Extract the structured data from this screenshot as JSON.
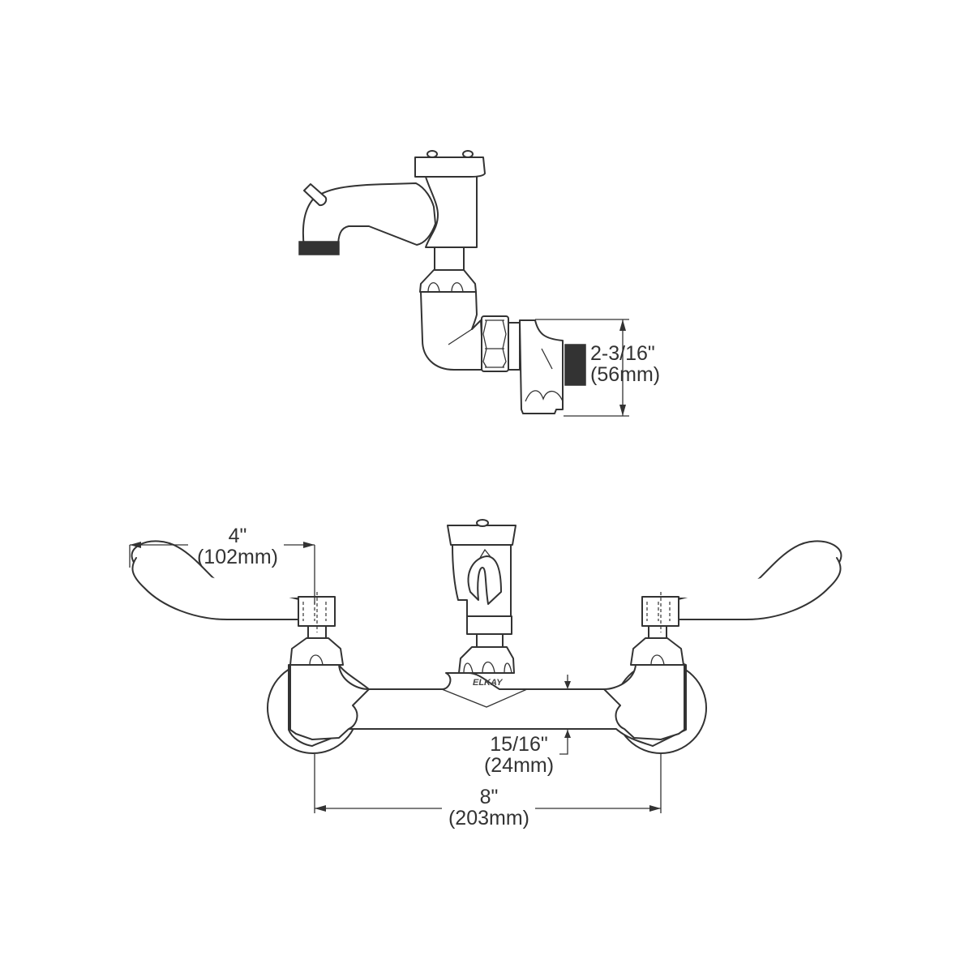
{
  "diagram": {
    "type": "technical-drawing",
    "subject": "Wall-mount service faucet",
    "brand_mark": "ELKAY",
    "line_color": "#333333",
    "background": "#ffffff",
    "views": [
      {
        "name": "side-view",
        "position": "top"
      },
      {
        "name": "front-view",
        "position": "bottom"
      }
    ]
  },
  "dimensions": {
    "wall_projection": {
      "imperial": "2-3/16\"",
      "metric": "(56mm)"
    },
    "handle_length": {
      "imperial": "4\"",
      "metric": "(102mm)"
    },
    "body_thickness": {
      "imperial": "15/16\"",
      "metric": "(24mm)"
    },
    "centers": {
      "imperial": "8\"",
      "metric": "(203mm)"
    }
  }
}
